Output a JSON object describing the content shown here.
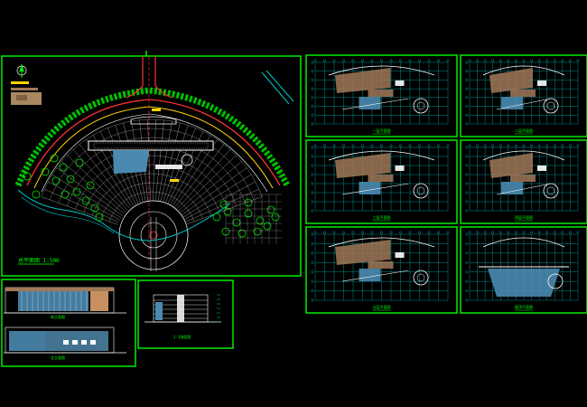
{
  "drawing": {
    "site_plan": {
      "title": "总平面图 1:500",
      "north_symbol": "north-arrow"
    },
    "plans": [
      {
        "id": "plan-1",
        "title": "一层平面图"
      },
      {
        "id": "plan-2",
        "title": "二层平面图"
      },
      {
        "id": "plan-3",
        "title": "三层平面图"
      },
      {
        "id": "plan-4",
        "title": "四层平面图"
      },
      {
        "id": "plan-5",
        "title": "五层平面图"
      },
      {
        "id": "plan-6",
        "title": "屋顶平面图"
      }
    ],
    "elevations": [
      {
        "id": "elev-1",
        "title": "南立面图"
      },
      {
        "id": "elev-2",
        "title": "北立面图"
      }
    ],
    "section": {
      "title": "1-1剖面图"
    }
  },
  "colors": {
    "background": "#000000",
    "frame": "#00ff00",
    "grid": "#00c8c8",
    "wall": "#ffffff",
    "fill_brown": "#a07858",
    "fill_blue": "#4a8ab0",
    "road_red": "#ff3030",
    "road_yellow": "#ffd400",
    "tree": "#00e000",
    "hatch": "#ffffff"
  }
}
